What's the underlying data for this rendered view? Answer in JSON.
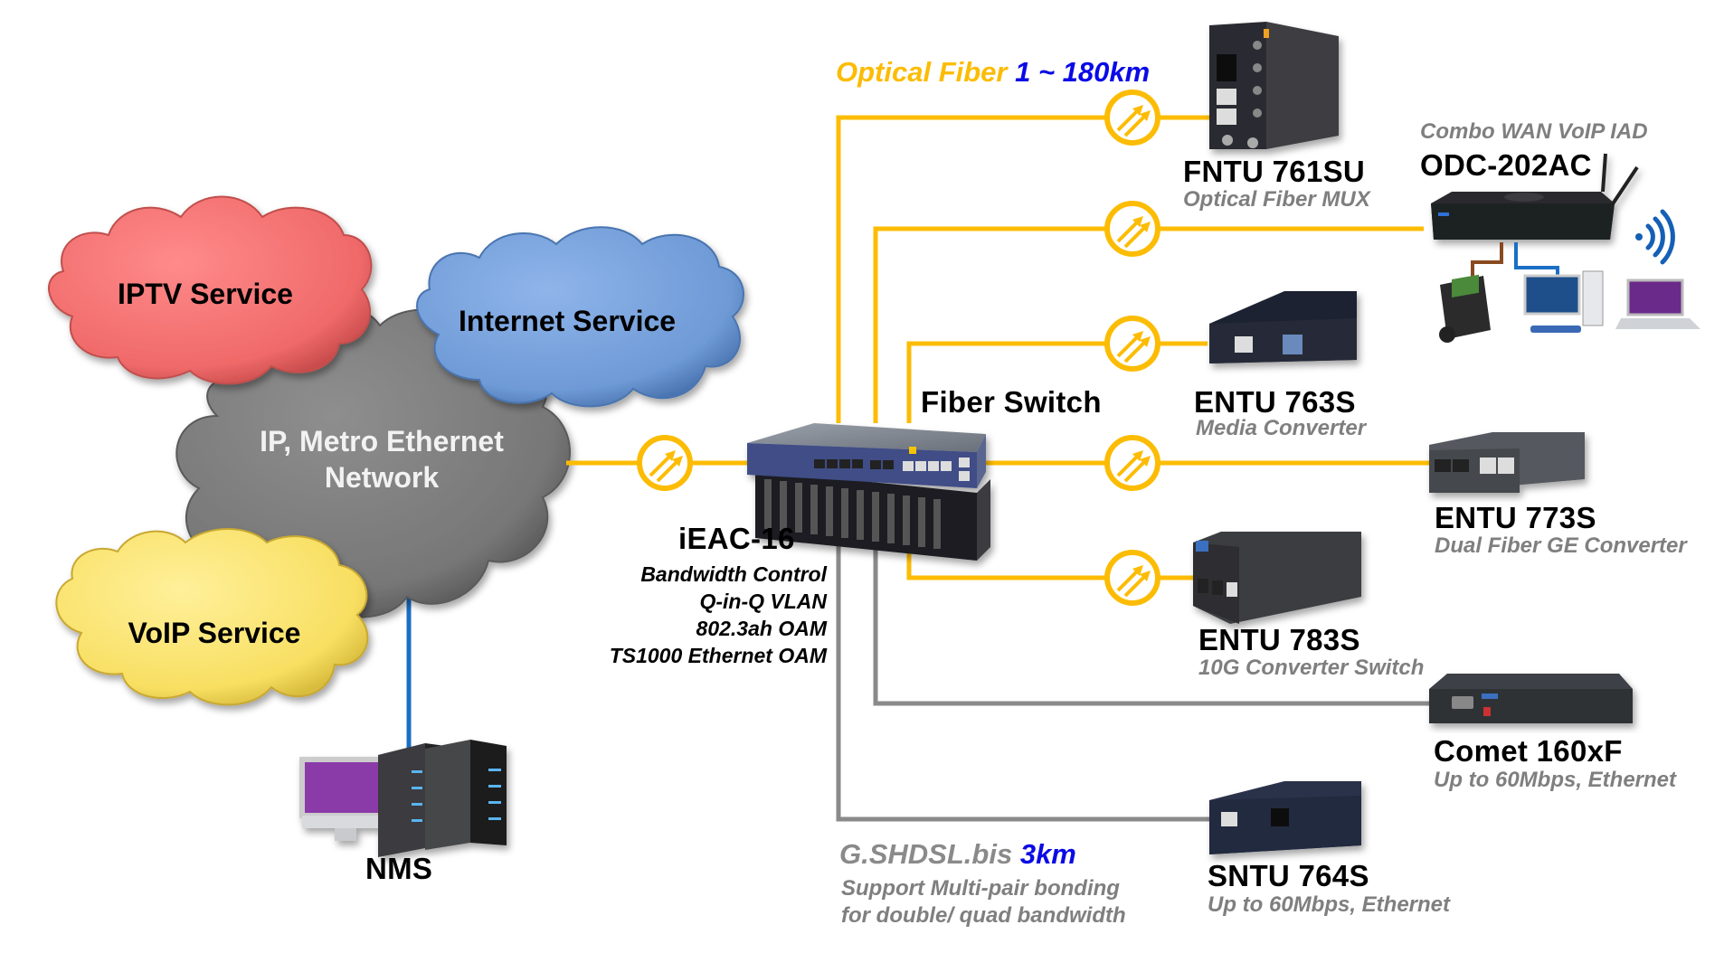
{
  "clouds": {
    "iptv": {
      "label": "IPTV Service",
      "color": "#f26c6c"
    },
    "internet": {
      "label": "Internet Service",
      "color": "#6f9bd8"
    },
    "metro": {
      "label_line1": "IP, Metro Ethernet",
      "label_line2": "Network",
      "color": "#7a7a7a"
    },
    "voip": {
      "label": "VoIP Service",
      "color": "#f7de5f"
    }
  },
  "nms": {
    "label": "NMS"
  },
  "central": {
    "name": "iEAC-16",
    "features": [
      "Bandwidth Control",
      "Q-in-Q VLAN",
      "802.3ah OAM",
      "TS1000 Ethernet OAM"
    ],
    "fiber_switch_label": "Fiber Switch"
  },
  "links": {
    "optical": {
      "label": "Optical Fiber",
      "distance": "1 ~ 180km",
      "color": "#fcbc04"
    },
    "shdsl": {
      "label": "G.SHDSL.bis",
      "distance": "3km",
      "note_line1": "Support Multi-pair bonding",
      "note_line2": "for double/ quad bandwidth",
      "color": "#8a8a8a"
    },
    "distance_color": "#0a0ae6",
    "nms_link_color": "#1a6fc4"
  },
  "devices": [
    {
      "name": "FNTU 761SU",
      "desc": "Optical Fiber MUX",
      "link": "fiber"
    },
    {
      "name": "ODC-202AC",
      "desc": "Combo WAN VoIP IAD",
      "link": "fiber"
    },
    {
      "name": "ENTU 763S",
      "desc": "Media Converter",
      "link": "fiber"
    },
    {
      "name": "ENTU 773S",
      "desc": "Dual Fiber GE Converter",
      "link": "fiber"
    },
    {
      "name": "ENTU 783S",
      "desc": "10G Converter Switch",
      "link": "fiber"
    },
    {
      "name": "Comet 160xF",
      "desc": "Up to 60Mbps, Ethernet",
      "link": "copper"
    },
    {
      "name": "SNTU 764S",
      "desc": "Up to 60Mbps, Ethernet",
      "link": "copper"
    }
  ]
}
